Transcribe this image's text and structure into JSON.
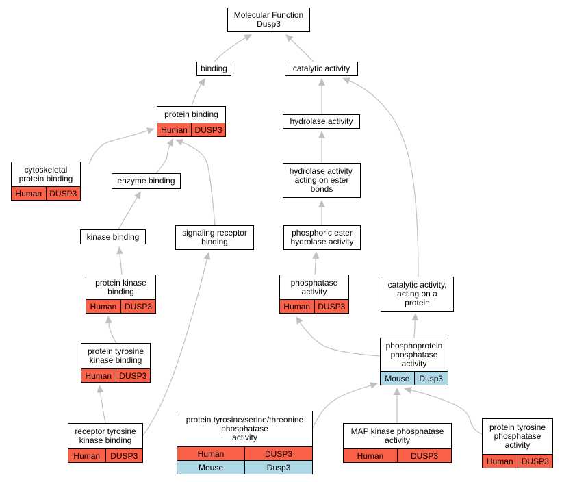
{
  "colors": {
    "human": "#fa5f48",
    "mouse": "#add8e6",
    "edge": "#c0c0c0"
  },
  "nodes": [
    {
      "id": "mf",
      "label": "Molecular Function\nDusp3"
    },
    {
      "id": "bind",
      "label": "binding"
    },
    {
      "id": "cat",
      "label": "catalytic activity"
    },
    {
      "id": "pb",
      "label": "protein binding",
      "rows": [
        {
          "species": "Human",
          "gene": "DUSP3"
        }
      ]
    },
    {
      "id": "hyd",
      "label": "hydrolase activity"
    },
    {
      "id": "cyto",
      "label": "cytoskeletal\nprotein binding",
      "rows": [
        {
          "species": "Human",
          "gene": "DUSP3"
        }
      ]
    },
    {
      "id": "enz",
      "label": "enzyme binding"
    },
    {
      "id": "hydest",
      "label": "hydrolase activity,\nacting on ester\nbonds"
    },
    {
      "id": "kin",
      "label": "kinase binding"
    },
    {
      "id": "sig",
      "label": "signaling receptor\nbinding"
    },
    {
      "id": "phest",
      "label": "phosphoric ester\nhydrolase activity"
    },
    {
      "id": "pkb",
      "label": "protein kinase\nbinding",
      "rows": [
        {
          "species": "Human",
          "gene": "DUSP3"
        }
      ]
    },
    {
      "id": "phos",
      "label": "phosphatase\nactivity",
      "rows": [
        {
          "species": "Human",
          "gene": "DUSP3"
        }
      ]
    },
    {
      "id": "catp",
      "label": "catalytic activity,\nacting on a\nprotein"
    },
    {
      "id": "ptkb",
      "label": "protein tyrosine\nkinase binding",
      "rows": [
        {
          "species": "Human",
          "gene": "DUSP3"
        }
      ]
    },
    {
      "id": "ppp",
      "label": "phosphoprotein\nphosphatase\nactivity",
      "rows": [
        {
          "species": "Mouse",
          "gene": "Dusp3"
        }
      ]
    },
    {
      "id": "rtk",
      "label": "receptor tyrosine\nkinase binding",
      "rows": [
        {
          "species": "Human",
          "gene": "DUSP3"
        }
      ]
    },
    {
      "id": "ptst",
      "label": "protein tyrosine/serine/threonine\nphosphatase\nactivity",
      "rows": [
        {
          "species": "Human",
          "gene": "DUSP3"
        },
        {
          "species": "Mouse",
          "gene": "Dusp3"
        }
      ]
    },
    {
      "id": "mapk",
      "label": "MAP kinase phosphatase\nactivity",
      "rows": [
        {
          "species": "Human",
          "gene": "DUSP3"
        }
      ]
    },
    {
      "id": "ptp",
      "label": "protein tyrosine\nphosphatase\nactivity",
      "rows": [
        {
          "species": "Human",
          "gene": "DUSP3"
        }
      ]
    }
  ],
  "edges": [
    {
      "from": "bind",
      "to": "mf"
    },
    {
      "from": "cat",
      "to": "mf"
    },
    {
      "from": "pb",
      "to": "bind"
    },
    {
      "from": "hyd",
      "to": "cat"
    },
    {
      "from": "cyto",
      "to": "pb"
    },
    {
      "from": "enz",
      "to": "pb"
    },
    {
      "from": "sig",
      "to": "pb"
    },
    {
      "from": "hydest",
      "to": "hyd"
    },
    {
      "from": "kin",
      "to": "enz"
    },
    {
      "from": "phest",
      "to": "hydest"
    },
    {
      "from": "pkb",
      "to": "kin"
    },
    {
      "from": "phos",
      "to": "phest"
    },
    {
      "from": "catp",
      "to": "cat"
    },
    {
      "from": "ptkb",
      "to": "pkb"
    },
    {
      "from": "ppp",
      "to": "phos"
    },
    {
      "from": "ppp",
      "to": "catp"
    },
    {
      "from": "rtk",
      "to": "ptkb"
    },
    {
      "from": "rtk",
      "to": "sig"
    },
    {
      "from": "ptst",
      "to": "ppp"
    },
    {
      "from": "mapk",
      "to": "ppp"
    },
    {
      "from": "ptp",
      "to": "ppp"
    }
  ]
}
